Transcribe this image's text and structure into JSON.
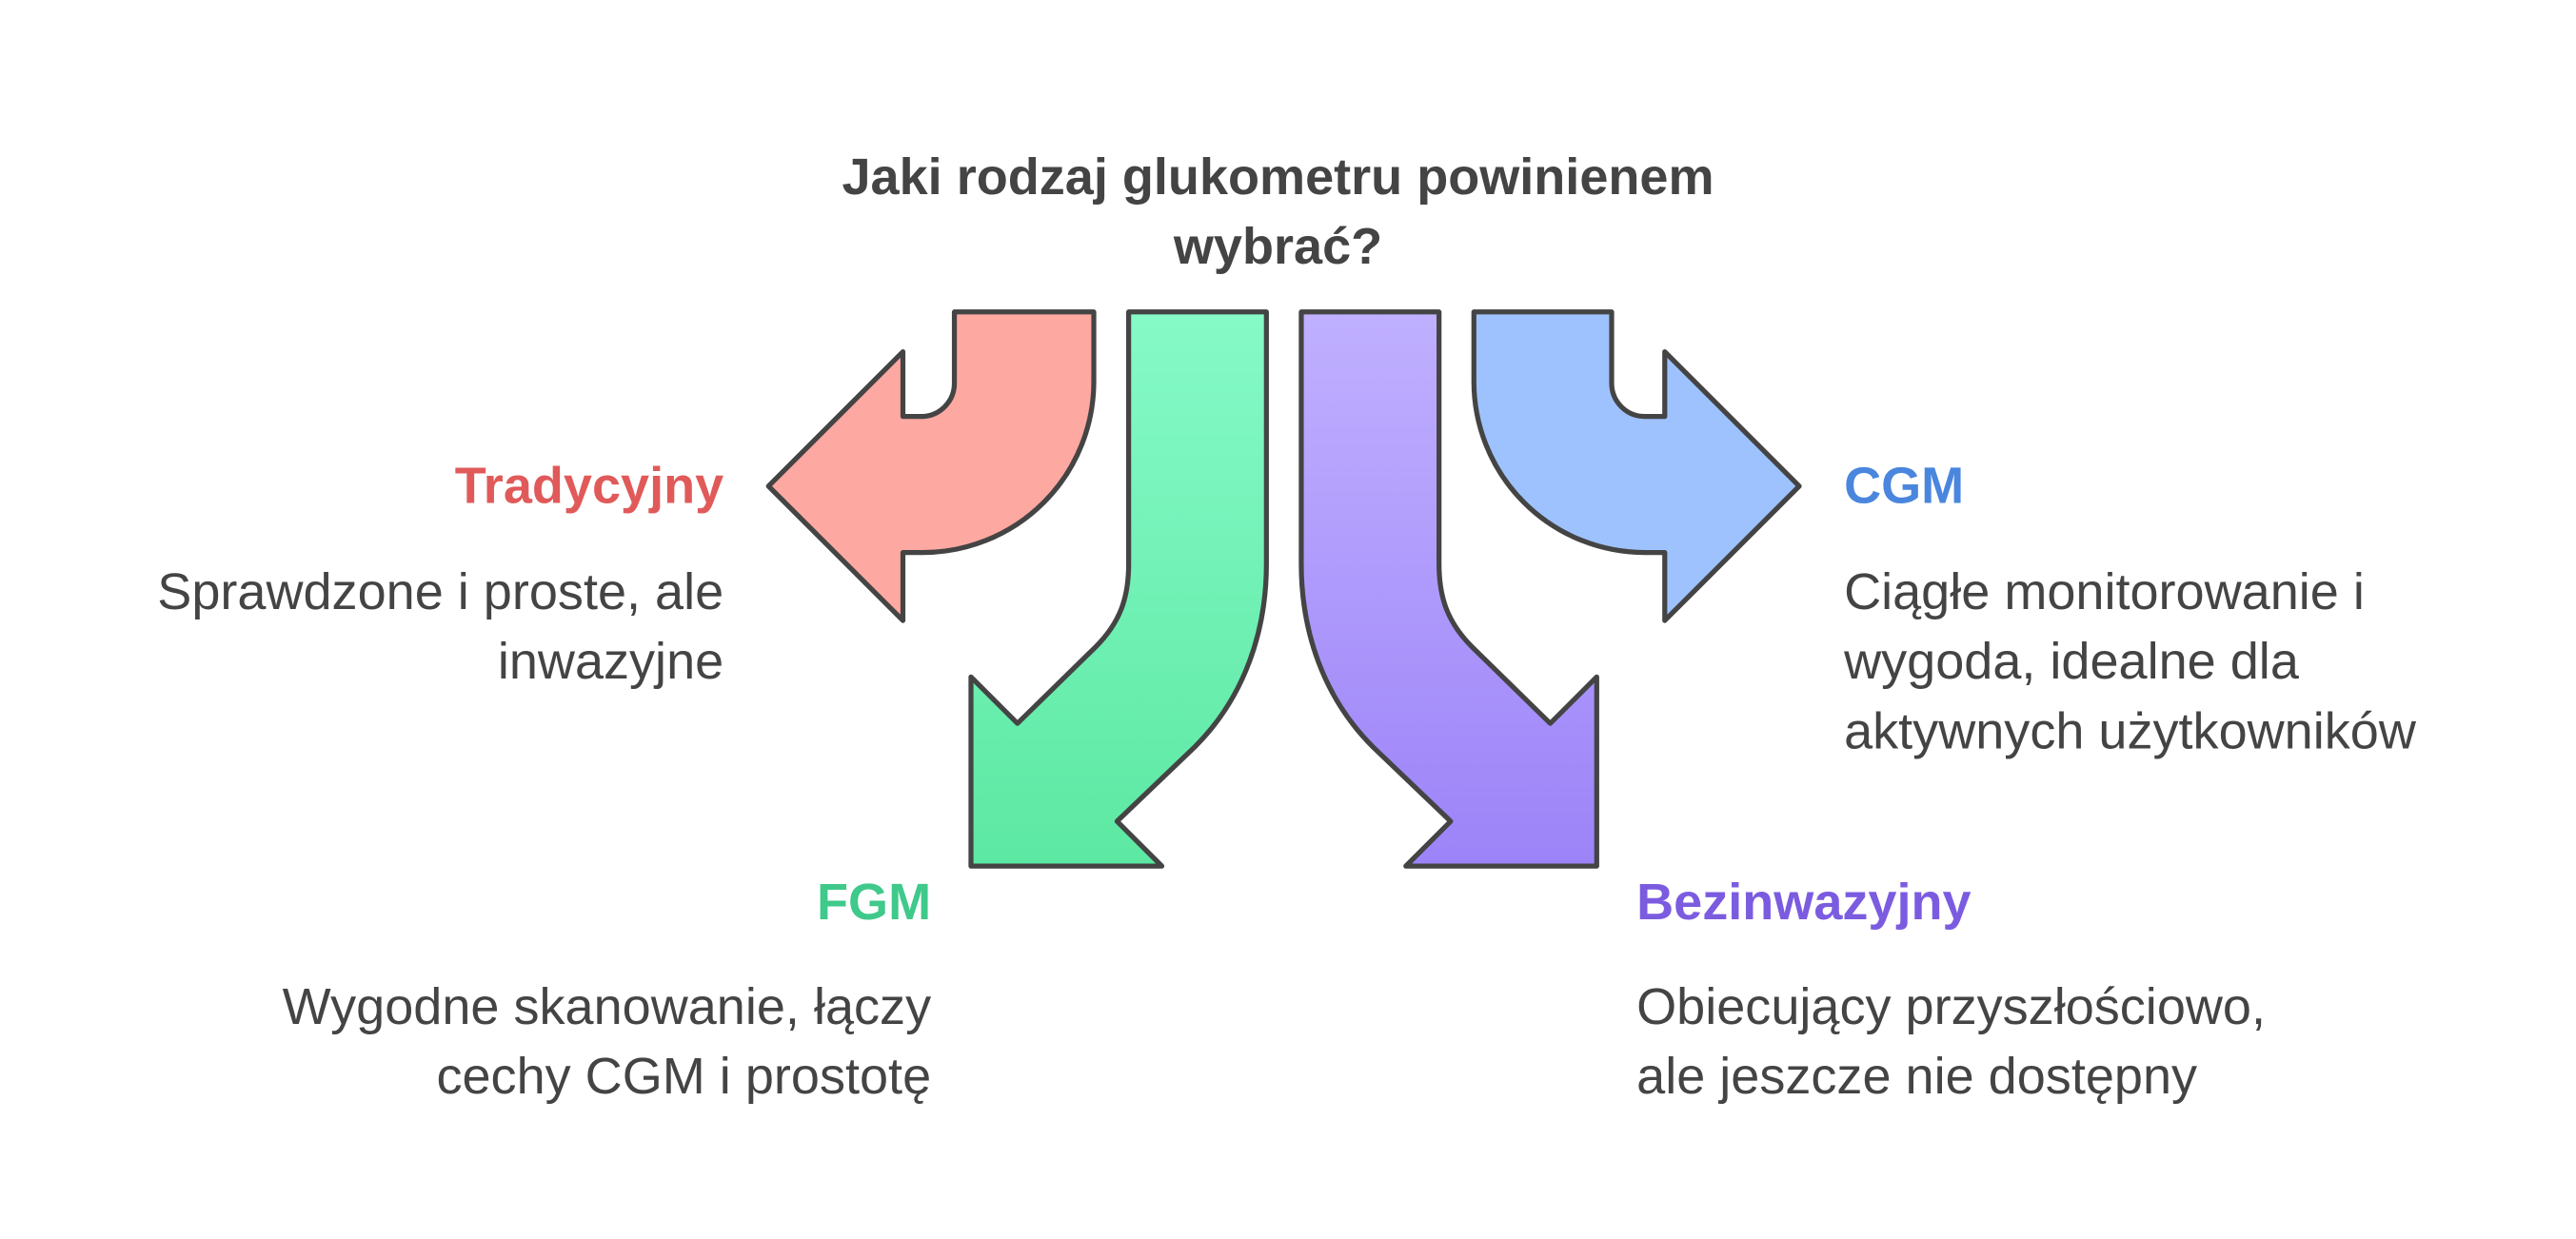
{
  "title_line1": "Jaki rodzaj glukometru powinienem",
  "title_line2": "wybrać?",
  "options": {
    "tradycyjny": {
      "label": "Tradycyjny",
      "desc_line1": "Sprawdzone i proste, ale",
      "desc_line2": "inwazyjne",
      "color": "#e05a5a",
      "fill": "#fea8a2"
    },
    "fgm": {
      "label": "FGM",
      "desc_line1": "Wygodne skanowanie, łączy",
      "desc_line2": "cechy CGM i prostotę",
      "color": "#3fc98a",
      "fill_top": "#86fac8",
      "fill_bottom": "#5ce8a2"
    },
    "bezinwazyjny": {
      "label": "Bezinwazyjny",
      "desc_line1": "Obiecujący przyszłościowo,",
      "desc_line2": "ale jeszcze nie dostępny",
      "color": "#7b5ce0",
      "fill_top": "#c0b0ff",
      "fill_bottom": "#9c83f8"
    },
    "cgm": {
      "label": "CGM",
      "desc_line1": "Ciągłe monitorowanie i",
      "desc_line2": "wygoda, idealne dla",
      "desc_line3": "aktywnych użytkowników",
      "color": "#4a86de",
      "fill": "#9ec2fe"
    }
  },
  "stroke_color": "#444444"
}
